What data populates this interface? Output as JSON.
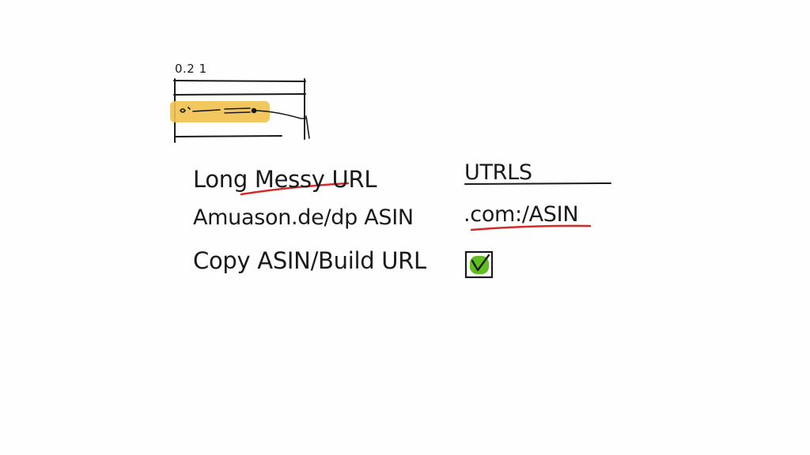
{
  "sketch": {
    "version_label": "0.2 1",
    "highlight_color": "#f2c14e",
    "underline_color": "#d42a2a",
    "check_color": "#5fbf1f",
    "left_column": [
      "Long Messy URL",
      "Amuason.de/dp ASIN",
      "Copy ASIN/Build URL"
    ],
    "right_column": [
      "UTRLS",
      ".com:/ASIN"
    ],
    "check_icon": "checkmark-box-icon"
  }
}
